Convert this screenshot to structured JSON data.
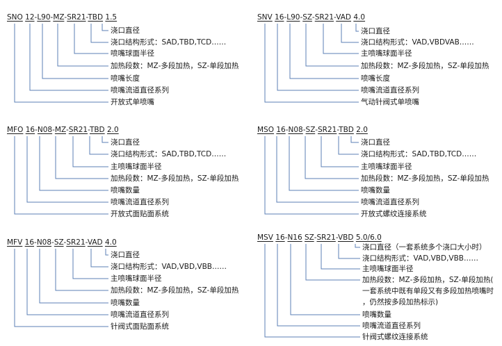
{
  "panels": [
    {
      "code": [
        "SNO",
        "12",
        "L90",
        "MZ",
        "SR21",
        "TBD",
        "1.5"
      ],
      "labels": [
        "浇口直径",
        "浇口结构形式：SAD,TBD,TCD……",
        "喷嘴球面半径",
        "加热段数：MZ-多段加热，SZ-单段加热",
        "喷嘴长度",
        "喷嘴流道直径系列",
        "开放式单喷嘴"
      ]
    },
    {
      "code": [
        "SNV",
        "16",
        "L90",
        "SZ",
        "SR21",
        "VAD",
        "4.0"
      ],
      "labels": [
        "浇口直径",
        "浇口结构形式：VAD,VBDVAB……",
        "主喷嘴球面半径",
        "加热段数：MZ-多段加热，SZ-单段加热",
        "喷嘴长度",
        "喷嘴流道直径系列",
        "气动针阀式单喷嘴"
      ]
    },
    {
      "code": [
        "MFO",
        "16",
        "N08",
        "MZ",
        "SR21",
        "TBD",
        "2.0"
      ],
      "labels": [
        "浇口直径",
        "浇口结构形式：SAD,TBD,TCD……",
        "主喷嘴球面半径",
        "加热段数：MZ-多段加热，SZ-单段加热",
        "喷嘴数量",
        "喷嘴流道直径系列",
        "开放式面贴面系统"
      ]
    },
    {
      "code": [
        "MSO",
        "16",
        "N08",
        "SZ",
        "SR21",
        "TBD",
        "2.0"
      ],
      "labels": [
        "浇口直径",
        "浇口结构形式：SAD,TBD,TCD……",
        "主喷嘴球面半径",
        "加热段数：MZ-多段加热，SZ-单段加热",
        "喷嘴数量",
        "喷嘴流道直径系列",
        "开放式螺纹连接系统"
      ]
    },
    {
      "code": [
        "MFV",
        "16",
        "N08",
        "SZ",
        "SR21",
        "VAD",
        "4.0"
      ],
      "labels": [
        "浇口直径",
        "浇口结构形式：VAD,VBD,VBB……",
        "主喷嘴球面半径",
        "加热段数：MZ-多段加热，SZ-单段加热",
        "喷嘴数量",
        "喷嘴流道直径系列",
        "针阀式面贴面系统"
      ]
    },
    {
      "code": [
        "MSV",
        "16",
        "N16",
        "SZ",
        "SR21",
        "VBD",
        "5.0/6.0"
      ],
      "labels": [
        "浇口直径（一套系统多个浇口大小时）",
        "浇口结构形式：VAD,VBD,VBB……",
        "主喷嘴球面半径",
        "加热段数：MZ-多段加热，SZ-单段加热(",
        "一套系统中既有单段又有多段加热喷嘴时",
        "，仍然按多段加热标示)",
        "喷嘴数量",
        "喷嘴流道直径系列",
        "针阀式螺纹连接系统"
      ]
    }
  ],
  "colors": {
    "line": "#5b7fb5",
    "text": "#1a1a1a"
  }
}
